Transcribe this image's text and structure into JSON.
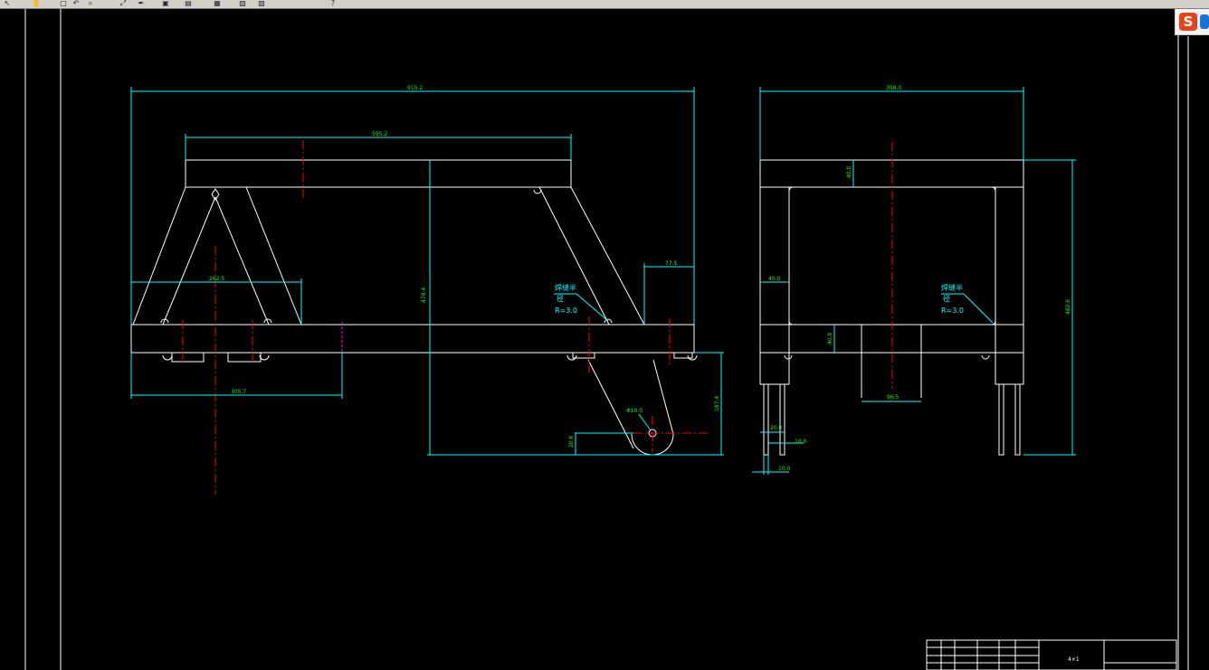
{
  "toolbar": {
    "icons": [
      "select-arrow-icon",
      "pan-icon",
      "zoom-window-icon",
      "zoom-previous-icon",
      "zoom-realtime-icon",
      "zoom-extents-icon",
      "match-properties-icon",
      "layer-icon",
      "layer-previous-icon",
      "properties-icon",
      "design-center-icon",
      "tool-palette-icon",
      "help-icon"
    ]
  },
  "ime": {
    "logo_text": "S"
  },
  "drawing": {
    "colors": {
      "outline": "#ffffff",
      "dimension": "#00ffff",
      "dim_text": "#00ff00",
      "centerline": "#ff0000",
      "hidden": "#ff00ff"
    },
    "front_view": {
      "dim_overall_width": "915.2",
      "dim_top_beam": "595.2",
      "dim_left_leg_span": "262.5",
      "dim_right_offset": "77.5",
      "dim_bottom_left": "305.7",
      "dim_height": "479.4",
      "dim_arm_height": "187.4",
      "dim_pin_offset": "20.6",
      "dim_hole": "Φ10.0",
      "note_line1": "焊缝半",
      "note_line2": "径",
      "note_radius": "R=3.0"
    },
    "side_view": {
      "dim_overall_width": "398.0",
      "dim_top_beam_height": "40.0",
      "dim_left_offset": "40.0",
      "dim_bottom_beam_height": "40.0",
      "dim_center_block": "96.5",
      "dim_total_height": "482.6",
      "dim_leg_width": "20.0",
      "dim_leg_gap": "10.0",
      "dim_leg_thk": "10.0",
      "note_line1": "焊缝半",
      "note_line2": "径",
      "note_radius": "R=3.0"
    },
    "title_block": {
      "label": "4×1"
    }
  }
}
